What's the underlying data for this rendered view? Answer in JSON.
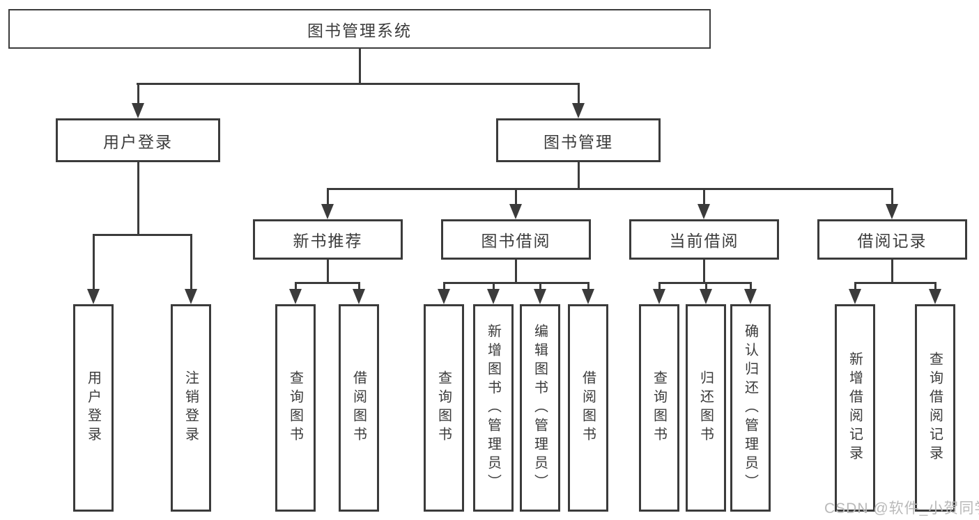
{
  "diagram": {
    "type": "hierarchy-tree",
    "root": {
      "label": "图书管理系统"
    },
    "level2": [
      {
        "id": "user-login",
        "label": "用户登录"
      },
      {
        "id": "book-management",
        "label": "图书管理"
      }
    ],
    "level3": [
      {
        "id": "new-book-recommend",
        "label": "新书推荐",
        "parent": "图书管理"
      },
      {
        "id": "book-borrow",
        "label": "图书借阅",
        "parent": "图书管理"
      },
      {
        "id": "current-borrow",
        "label": "当前借阅",
        "parent": "图书管理"
      },
      {
        "id": "borrow-records",
        "label": "借阅记录",
        "parent": "图书管理"
      }
    ],
    "groups": [
      {
        "parent": "用户登录",
        "children": [
          "用户登录",
          "注销登录"
        ]
      },
      {
        "parent": "新书推荐",
        "children": [
          "查询图书",
          "借阅图书"
        ]
      },
      {
        "parent": "图书借阅",
        "children": [
          "查询图书",
          "新增图书（管理员）",
          "编辑图书（管理员）",
          "借阅图书"
        ]
      },
      {
        "parent": "当前借阅",
        "children": [
          "查询图书",
          "归还图书",
          "确认归还（管理员）"
        ]
      },
      {
        "parent": "借阅记录",
        "children": [
          "新增借阅记录",
          "查询借阅记录"
        ]
      }
    ],
    "watermark": "CSDN @软件_小贺同学",
    "colors": {
      "line": "#3b3b3b",
      "text": "#3b3b3b",
      "box_fill": "#ffffff",
      "watermark": "#b9b9b9",
      "background": "#ffffff"
    }
  }
}
